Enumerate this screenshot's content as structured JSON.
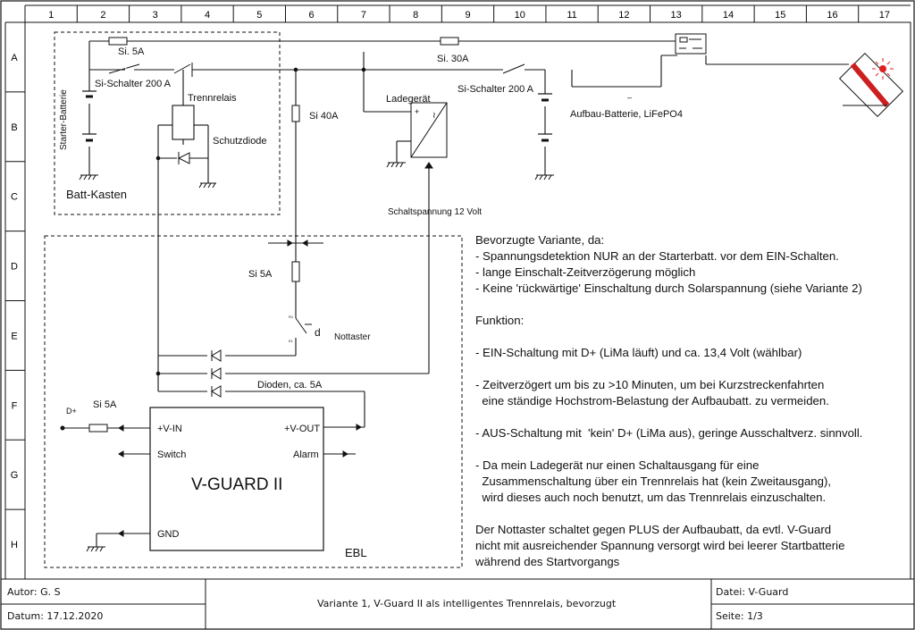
{
  "grid": {
    "columns": [
      "1",
      "2",
      "3",
      "4",
      "5",
      "6",
      "7",
      "8",
      "9",
      "10",
      "11",
      "12",
      "13",
      "14",
      "15",
      "16",
      "17"
    ],
    "rows": [
      "A",
      "B",
      "C",
      "D",
      "E",
      "F",
      "G",
      "H"
    ]
  },
  "colors": {
    "line": "#111111",
    "solar_cell": "#cc1f1f",
    "sun": "#e02020"
  },
  "batt_box": {
    "title": "Batt-Kasten",
    "fuse_top": "Si. 5A",
    "starter_battery": "Starter-Batterie",
    "breaker_left": "Si-Schalter 200 A",
    "relay": "Trennrelais",
    "diode": "Schutzdiode"
  },
  "wiring": {
    "fuse_40": "Si 40A",
    "fuse_30": "Si. 30A",
    "charger": "Ladegerät",
    "breaker_right": "Si-Schalter 200 A",
    "aux_battery": "Aufbau-Batterie, LiFePO4",
    "switch_voltage": "Schaltspannung 12 Volt",
    "fuse_5a_d": "Si 5A",
    "emergency_button": "Nottaster",
    "diodes": "Dioden, ca. 5A",
    "fuse_5a_f": "Si 5A",
    "d_plus": "D+",
    "contact_d": "d",
    "small_mark": "–"
  },
  "ebl_box": {
    "title": "EBL"
  },
  "vguard": {
    "title": "V-GUARD II",
    "pin_vin": "+V-IN",
    "pin_switch": "Switch",
    "pin_gnd": "GND",
    "pin_vout": "+V-OUT",
    "pin_alarm": "Alarm"
  },
  "notes": [
    "Bevorzugte Variante, da:",
    "- Spannungsdetektion NUR an der Starterbatt. vor dem EIN-Schalten.",
    "- lange Einschalt-Zeitverzögerung möglich",
    "- Keine 'rückwärtige' Einschaltung durch Solarspannung (siehe Variante 2)",
    "",
    "Funktion:",
    "",
    "- EIN-Schaltung mit D+ (LiMa läuft) und ca. 13,4 Volt (wählbar)",
    "",
    "- Zeitverzögert um bis zu >10 Minuten, um bei Kurzstreckenfahrten",
    "  eine ständige Hochstrom-Belastung der Aufbaubatt. zu vermeiden.",
    "",
    "- AUS-Schaltung mit  'kein' D+ (LiMa aus), geringe Ausschaltverz. sinnvoll.",
    "",
    "- Da mein Ladegerät nur einen Schaltausgang für eine",
    "  Zusammenschaltung über ein Trennrelais hat (kein Zweitausgang),",
    "  wird dieses auch noch benutzt, um das Trennrelais einzuschalten.",
    "",
    "Der Nottaster schaltet gegen PLUS der Aufbaubatt, da evtl. V-Guard",
    "nicht mit ausreichender Spannung versorgt wird bei leerer Startbatterie",
    "während des Startvorgangs"
  ],
  "title_block": {
    "author": "Autor: G. S",
    "date": "Datum: 17.12.2020",
    "description": "Variante 1, V-Guard II als intelligentes Trennrelais, bevorzugt",
    "file": "Datei: V-Guard",
    "page": "Seite: 1/3"
  }
}
